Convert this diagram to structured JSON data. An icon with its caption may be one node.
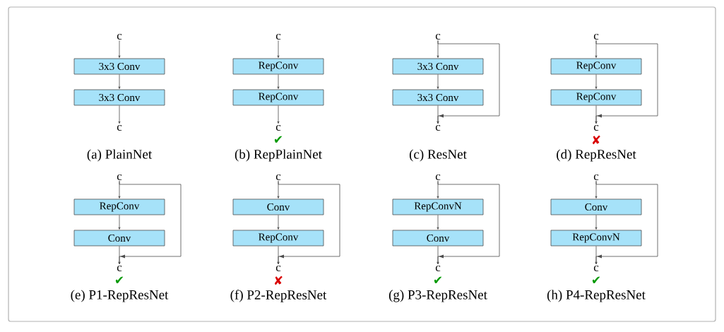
{
  "diagram": {
    "nodes": [
      {
        "text": [
          "c"
        ]
      },
      {
        "text": [
          "3x3 Conv"
        ]
      },
      {
        "text": [
          "3x3 Conv"
        ]
      },
      {
        "text": [
          "c"
        ]
      },
      {
        "text": [
          "c"
        ]
      },
      {
        "text": [
          "RepConv"
        ]
      },
      {
        "text": [
          "RepConv"
        ]
      },
      {
        "text": [
          "c"
        ]
      },
      {
        "text": [
          "c"
        ]
      },
      {
        "text": [
          "3x3 Conv"
        ]
      },
      {
        "text": [
          "3x3 Conv"
        ]
      },
      {
        "text": [
          "c"
        ]
      },
      {
        "text": [
          "c"
        ]
      },
      {
        "text": [
          "RepConv"
        ]
      },
      {
        "text": [
          "RepConv"
        ]
      },
      {
        "text": [
          "c"
        ]
      },
      {
        "text": [
          "c"
        ]
      },
      {
        "text": [
          "RepConv"
        ]
      },
      {
        "text": [
          "Conv"
        ]
      },
      {
        "text": [
          "c"
        ]
      },
      {
        "text": [
          "c"
        ]
      },
      {
        "text": [
          "Conv"
        ]
      },
      {
        "text": [
          "RepConv"
        ]
      },
      {
        "text": [
          "c"
        ]
      },
      {
        "text": [
          "c"
        ]
      },
      {
        "text": [
          "RepConvN"
        ]
      },
      {
        "text": [
          "Conv"
        ]
      },
      {
        "text": [
          "c"
        ]
      },
      {
        "text": [
          "c"
        ]
      },
      {
        "text": [
          "Conv"
        ]
      },
      {
        "text": [
          "RepConvN"
        ]
      },
      {
        "text": [
          "c"
        ]
      }
    ],
    "edges": [
      {
        "from": 0,
        "to": 1,
        "arrow": "to"
      },
      {
        "from": 1,
        "to": 2,
        "arrow": "to"
      },
      {
        "from": 2,
        "to": 3,
        "arrow": "to"
      },
      {
        "from": 4,
        "to": 5,
        "arrow": "to"
      },
      {
        "from": 5,
        "to": 6,
        "arrow": "to"
      },
      {
        "from": 6,
        "to": 7,
        "arrow": "to"
      },
      {
        "from": 8,
        "to": 9,
        "arrow": "to"
      },
      {
        "from": 9,
        "to": 10,
        "arrow": "to"
      },
      {
        "from": 10,
        "to": 11,
        "arrow": "to"
      },
      {
        "from": 8,
        "to": 11,
        "arrow": "to"
      },
      {
        "from": 12,
        "to": 13,
        "arrow": "to"
      },
      {
        "from": 13,
        "to": 14,
        "arrow": "to"
      },
      {
        "from": 14,
        "to": 15,
        "arrow": "to"
      },
      {
        "from": 12,
        "to": 15,
        "arrow": "to"
      },
      {
        "from": 16,
        "to": 17,
        "arrow": "to"
      },
      {
        "from": 17,
        "to": 18,
        "arrow": "to"
      },
      {
        "from": 18,
        "to": 19,
        "arrow": "to"
      },
      {
        "from": 16,
        "to": 19,
        "arrow": "to"
      },
      {
        "from": 20,
        "to": 21,
        "arrow": "to"
      },
      {
        "from": 21,
        "to": 22,
        "arrow": "to"
      },
      {
        "from": 22,
        "to": 23,
        "arrow": "to"
      },
      {
        "from": 20,
        "to": 23,
        "arrow": "to"
      },
      {
        "from": 24,
        "to": 25,
        "arrow": "to"
      },
      {
        "from": 25,
        "to": 26,
        "arrow": "to"
      },
      {
        "from": 26,
        "to": 27,
        "arrow": "to"
      },
      {
        "from": 24,
        "to": 27,
        "arrow": "to"
      },
      {
        "from": 28,
        "to": 29,
        "arrow": "to"
      },
      {
        "from": 29,
        "to": 30,
        "arrow": "to"
      },
      {
        "from": 30,
        "to": 31,
        "arrow": "to"
      },
      {
        "from": 28,
        "to": 31,
        "arrow": "to"
      }
    ],
    "labels": [
      "✔",
      "✘",
      "(a) PlainNet",
      "(b) RepPlainNet",
      "(c) ResNet",
      "(d) RepResNet",
      "✔",
      "✘",
      "✔",
      "✔",
      "(e) P1-RepResNet",
      "(f) P2-RepResNet",
      "(g) P3-RepResNet",
      "(h) P4-RepResNet"
    ]
  }
}
